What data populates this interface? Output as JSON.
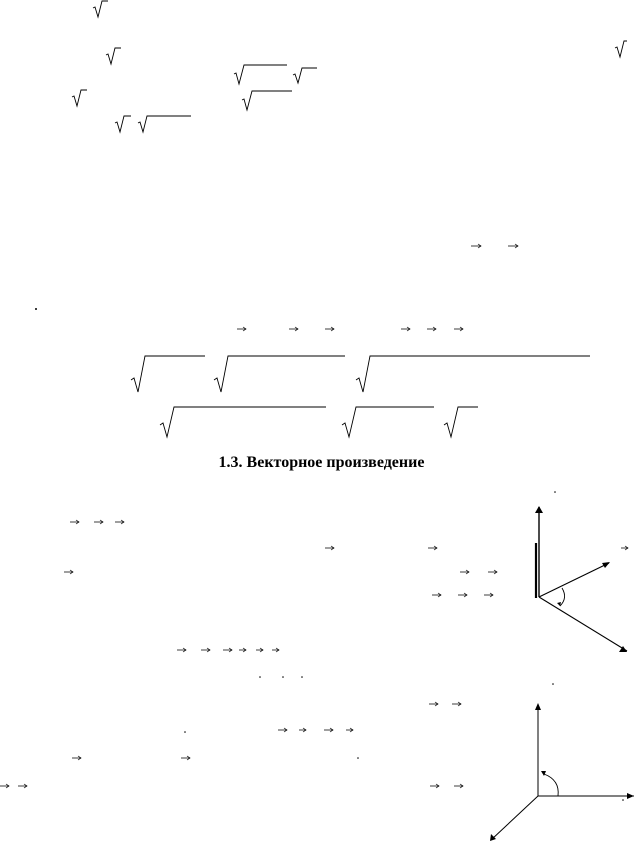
{
  "section": {
    "heading": "1.3. Векторное произведение"
  },
  "glyphs": {
    "sqrt": "√",
    "vector_arrow": "→",
    "dot": "·"
  },
  "figures": [
    {
      "name": "vector-product-figure",
      "angle_arc": true,
      "axes": 3
    },
    {
      "name": "coordinate-axes-figure",
      "angle_arc": true,
      "axes": 3
    }
  ]
}
